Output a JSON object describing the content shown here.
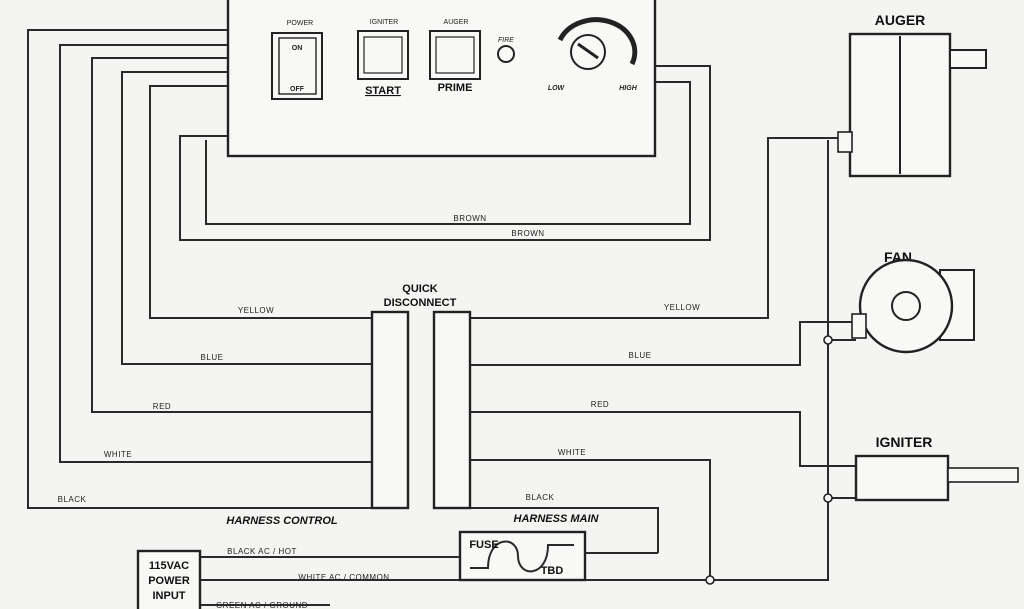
{
  "panel": {
    "power_label": "POWER",
    "on_label": "ON",
    "off_label": "OFF",
    "igniter_label": "IGNITER",
    "start_label": "START",
    "auger_small_label": "AUGER",
    "prime_label": "PRIME",
    "fire_label": "FIRE",
    "low_label": "LOW",
    "high_label": "HIGH"
  },
  "components": {
    "auger": "AUGER",
    "fan": "FAN",
    "igniter": "IGNITER",
    "quick_disconnect_line1": "QUICK",
    "quick_disconnect_line2": "DISCONNECT",
    "fuse": "FUSE",
    "tbd": "TBD",
    "power_input_line1": "115VAC",
    "power_input_line2": "POWER",
    "power_input_line3": "INPUT"
  },
  "harness": {
    "control": "HARNESS CONTROL",
    "main": "HARNESS MAIN"
  },
  "wires": {
    "brown_1": "BROWN",
    "brown_2": "BROWN",
    "yellow_left": "YELLOW",
    "yellow_right": "YELLOW",
    "blue_left": "BLUE",
    "blue_right": "BLUE",
    "red_left": "RED",
    "red_right": "RED",
    "white_left": "WHITE",
    "white_right": "WHITE",
    "black_left": "BLACK",
    "black_right": "BLACK",
    "black_ac_hot": "BLACK AC / HOT",
    "white_ac_common": "WHITE AC / COMMON",
    "green_ac_ground": "GREEN AC / GROUND"
  }
}
